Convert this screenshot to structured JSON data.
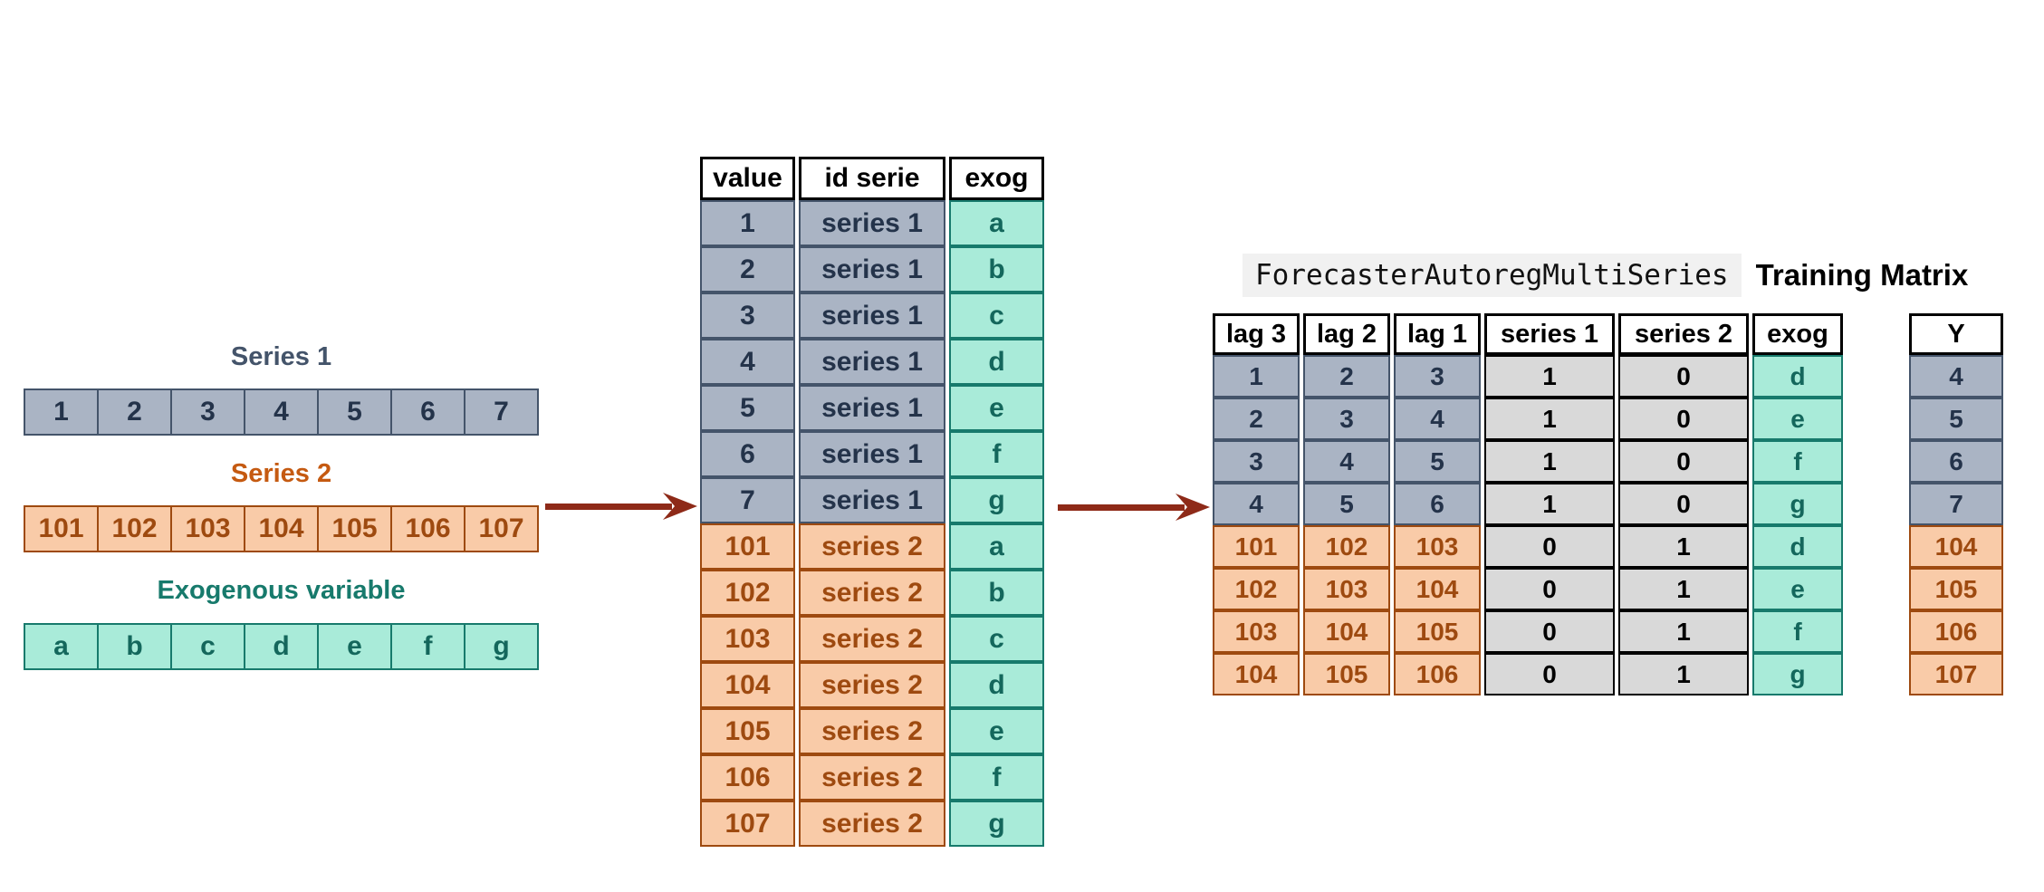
{
  "colors": {
    "slate_fill": "#aab4c4",
    "slate_border": "#44546a",
    "slate_text": "#24334a",
    "slate_label": "#44546a",
    "orange_fill": "#f9cba8",
    "orange_border": "#9e4a10",
    "orange_text": "#9e4a10",
    "orange_label": "#c55a11",
    "teal_fill": "#a9ebd9",
    "teal_border": "#177a6c",
    "teal_text": "#14675c",
    "teal_label": "#177a6c",
    "gray_fill": "#d9d9d9",
    "arrow": "#8e2a18",
    "code_bg": "#f1f1f1"
  },
  "left_panel": {
    "series1_label": "Series 1",
    "series1_cells": [
      "1",
      "2",
      "3",
      "4",
      "5",
      "6",
      "7"
    ],
    "series2_label": "Series 2",
    "series2_cells": [
      "101",
      "102",
      "103",
      "104",
      "105",
      "106",
      "107"
    ],
    "exog_label": "Exogenous variable",
    "exog_cells": [
      "a",
      "b",
      "c",
      "d",
      "e",
      "f",
      "g"
    ]
  },
  "stacked_table": {
    "headers": [
      "value",
      "id serie",
      "exog"
    ],
    "rows": [
      {
        "value": "1",
        "id_serie": "series 1",
        "exog": "a",
        "group": "s1"
      },
      {
        "value": "2",
        "id_serie": "series 1",
        "exog": "b",
        "group": "s1"
      },
      {
        "value": "3",
        "id_serie": "series 1",
        "exog": "c",
        "group": "s1"
      },
      {
        "value": "4",
        "id_serie": "series 1",
        "exog": "d",
        "group": "s1"
      },
      {
        "value": "5",
        "id_serie": "series 1",
        "exog": "e",
        "group": "s1"
      },
      {
        "value": "6",
        "id_serie": "series 1",
        "exog": "f",
        "group": "s1"
      },
      {
        "value": "7",
        "id_serie": "series 1",
        "exog": "g",
        "group": "s1"
      },
      {
        "value": "101",
        "id_serie": "series 2",
        "exog": "a",
        "group": "s2"
      },
      {
        "value": "102",
        "id_serie": "series 2",
        "exog": "b",
        "group": "s2"
      },
      {
        "value": "103",
        "id_serie": "series 2",
        "exog": "c",
        "group": "s2"
      },
      {
        "value": "104",
        "id_serie": "series 2",
        "exog": "d",
        "group": "s2"
      },
      {
        "value": "105",
        "id_serie": "series 2",
        "exog": "e",
        "group": "s2"
      },
      {
        "value": "106",
        "id_serie": "series 2",
        "exog": "f",
        "group": "s2"
      },
      {
        "value": "107",
        "id_serie": "series 2",
        "exog": "g",
        "group": "s2"
      }
    ]
  },
  "title": {
    "code": "ForecasterAutoregMultiSeries",
    "label": "Training Matrix"
  },
  "training_matrix": {
    "headers": [
      "lag 3",
      "lag 2",
      "lag 1",
      "series 1",
      "series 2",
      "exog"
    ],
    "rows": [
      {
        "cells": [
          "1",
          "2",
          "3",
          "1",
          "0",
          "d"
        ],
        "group": "s1"
      },
      {
        "cells": [
          "2",
          "3",
          "4",
          "1",
          "0",
          "e"
        ],
        "group": "s1"
      },
      {
        "cells": [
          "3",
          "4",
          "5",
          "1",
          "0",
          "f"
        ],
        "group": "s1"
      },
      {
        "cells": [
          "4",
          "5",
          "6",
          "1",
          "0",
          "g"
        ],
        "group": "s1"
      },
      {
        "cells": [
          "101",
          "102",
          "103",
          "0",
          "1",
          "d"
        ],
        "group": "s2"
      },
      {
        "cells": [
          "102",
          "103",
          "104",
          "0",
          "1",
          "e"
        ],
        "group": "s2"
      },
      {
        "cells": [
          "103",
          "104",
          "105",
          "0",
          "1",
          "f"
        ],
        "group": "s2"
      },
      {
        "cells": [
          "104",
          "105",
          "106",
          "0",
          "1",
          "g"
        ],
        "group": "s2"
      }
    ]
  },
  "y_column": {
    "header": "Y",
    "rows": [
      {
        "value": "4",
        "group": "s1"
      },
      {
        "value": "5",
        "group": "s1"
      },
      {
        "value": "6",
        "group": "s1"
      },
      {
        "value": "7",
        "group": "s1"
      },
      {
        "value": "104",
        "group": "s2"
      },
      {
        "value": "105",
        "group": "s2"
      },
      {
        "value": "106",
        "group": "s2"
      },
      {
        "value": "107",
        "group": "s2"
      }
    ]
  }
}
